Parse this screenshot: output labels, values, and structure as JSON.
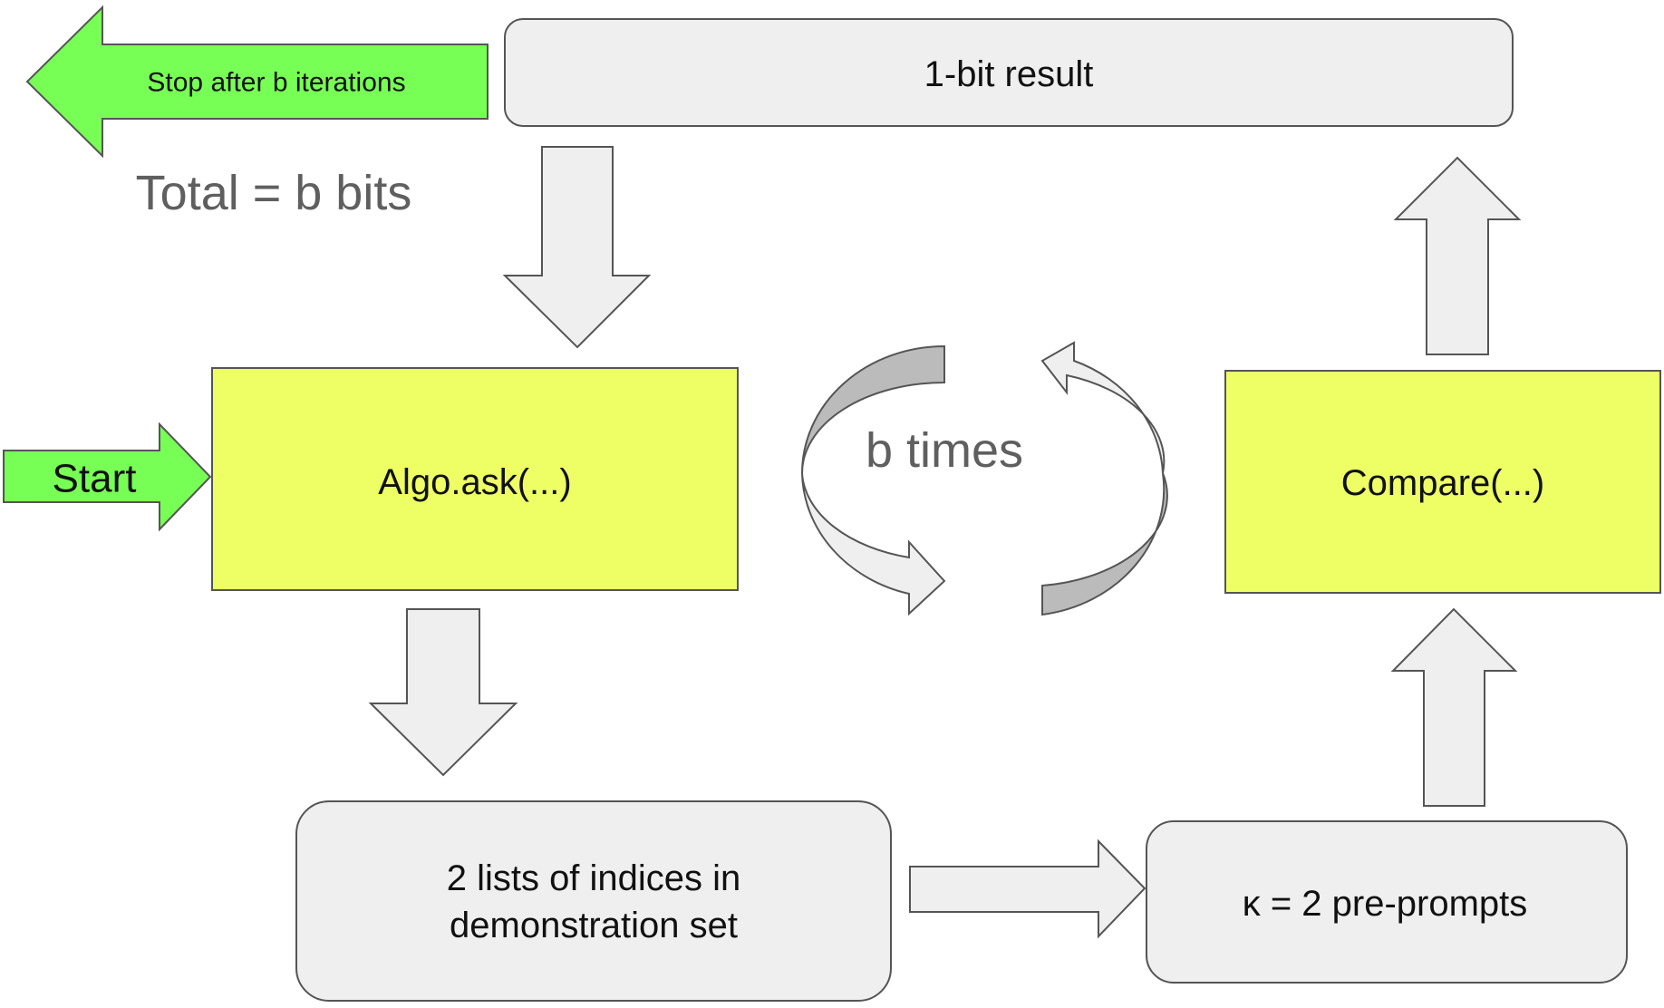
{
  "nodes": {
    "stop": "Stop after b iterations",
    "total": "Total = b bits",
    "result": "1-bit result",
    "start": "Start",
    "ask": "Algo.ask(...)",
    "loop": "b times",
    "compare": "Compare(...)",
    "lists_line1": "2 lists of indices in",
    "lists_line2": "demonstration set",
    "preprompts": "κ = 2 pre-prompts"
  },
  "colors": {
    "green_arrow": "#77ff55",
    "yellow_box": "#eeff66",
    "gray_box": "#efefef",
    "gray_dark": "#bbbbbb",
    "outline": "#555555",
    "text_gray": "#5f5f5f"
  }
}
